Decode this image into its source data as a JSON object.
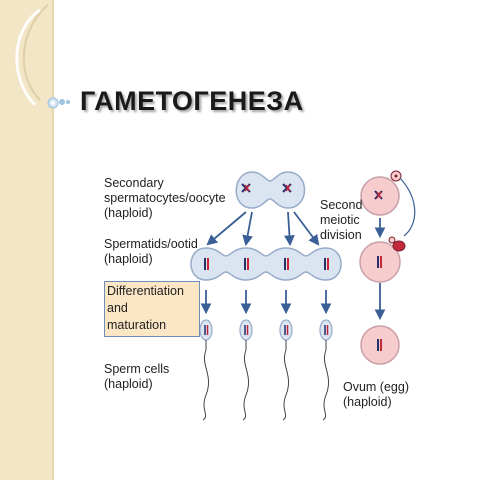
{
  "slide": {
    "title": "ГАМЕТОГЕНЕЗА"
  },
  "figure": {
    "labels": {
      "secondary_line1": "Secondary",
      "secondary_line2": "spermatocytes/oocyte",
      "secondary_line3": "(haploid)",
      "spermatids_line1": "Spermatids/ootid",
      "spermatids_line2": "(haploid)",
      "diff_line1": "Differentiation",
      "diff_line2": "and",
      "diff_line3": "maturation",
      "sperm_line1": "Sperm cells",
      "sperm_line2": "(haploid)",
      "second_line1": "Second",
      "second_line2": "meiotic",
      "second_line3": "division",
      "ovum_line1": "Ovum (egg)",
      "ovum_line2": "(haploid)"
    },
    "colors": {
      "cell_fill": "#f6cccc",
      "cell_stroke": "#c9a0a8",
      "spermatid_fill": "#dbe4f1",
      "spermatid_stroke": "#97abc8",
      "arrow": "#3a5f96",
      "chromosome": "#c22a3c",
      "chromosome_dark": "#2a2f6a",
      "diff_box": "#fbe6c6",
      "sidebar": "#f3e6c6"
    }
  }
}
